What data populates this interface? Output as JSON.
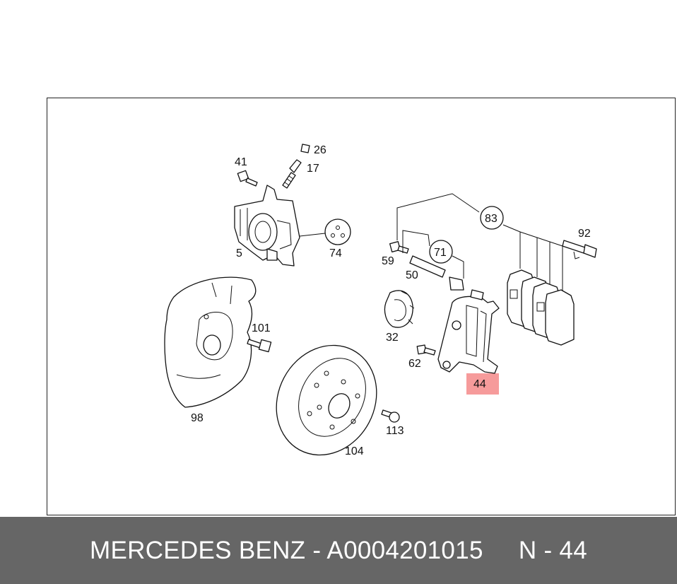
{
  "diagram": {
    "parts": {
      "p41": "41",
      "p26": "26",
      "p17": "17",
      "p5": "5",
      "p74": "74",
      "p83": "83",
      "p71": "71",
      "p92": "92",
      "p59": "59",
      "p50": "50",
      "p101": "101",
      "p32": "32",
      "p62": "62",
      "p44": "44",
      "p98": "98",
      "p113": "113",
      "p104": "104"
    },
    "highlighted_part": "44",
    "highlight_color": "#f48a8a"
  },
  "footer": {
    "text": "MERCEDES BENZ - A0004201015     N - 44",
    "background": "#666666"
  }
}
